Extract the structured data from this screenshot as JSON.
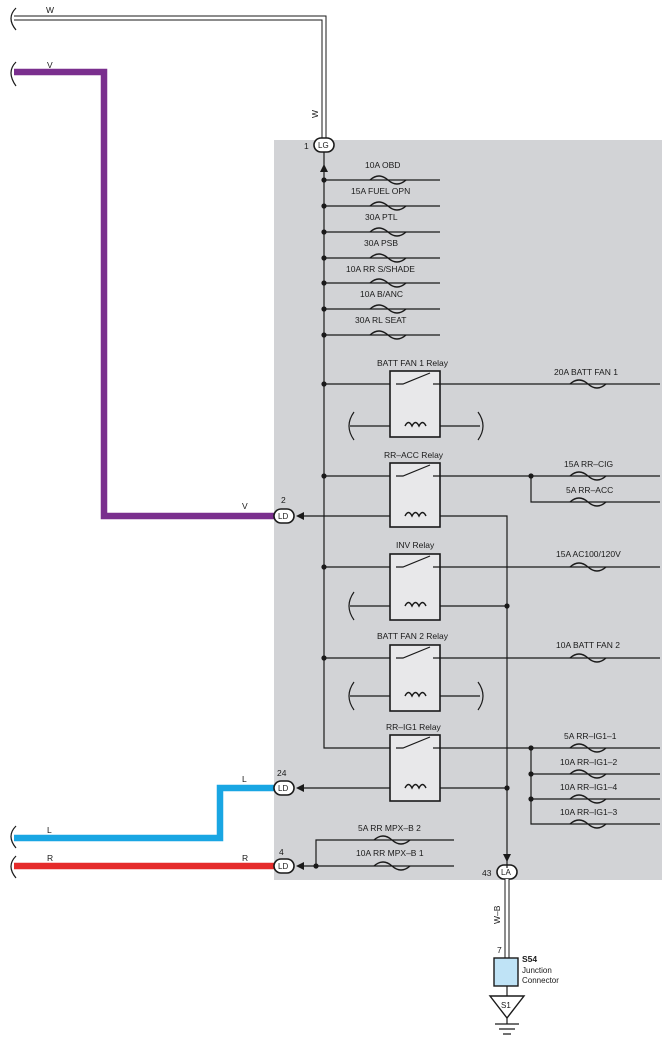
{
  "wires": {
    "w_top": "W",
    "w_vertical": "W",
    "v_top": "V",
    "v_mid": "V",
    "l_left": "L",
    "l_right": "L",
    "r_left": "R",
    "r_right": "R",
    "wb": "W–B"
  },
  "wire_colors": {
    "white": "#ffffff",
    "violet": "#7a2f8e",
    "blue": "#19a6e3",
    "red": "#e52b2b",
    "box": "#d2d3d6"
  },
  "connectors": {
    "lg": {
      "pin": "1",
      "code": "LG"
    },
    "ld2": {
      "pin": "2",
      "code": "LD"
    },
    "ld24": {
      "pin": "24",
      "code": "LD"
    },
    "ld4": {
      "pin": "4",
      "code": "LD"
    },
    "la": {
      "pin": "43",
      "code": "LA"
    }
  },
  "fuses_top": [
    "10A OBD",
    "15A FUEL OPN",
    "30A PTL",
    "30A PSB",
    "10A RR S/SHADE",
    "10A B/ANC",
    "30A RL SEAT"
  ],
  "relays": {
    "batt_fan1": "BATT FAN 1 Relay",
    "rr_acc": "RR–ACC Relay",
    "inv": "INV Relay",
    "batt_fan2": "BATT FAN 2 Relay",
    "rr_ig1": "RR–IG1 Relay"
  },
  "relay_fuses": {
    "batt_fan1": "20A BATT FAN 1",
    "rr_cig": "15A RR–CIG",
    "rr_acc": "5A RR–ACC",
    "ac100": "15A AC100/120V",
    "batt_fan2": "10A BATT FAN 2",
    "ig1_1": "5A RR–IG1–1",
    "ig1_2": "10A RR–IG1–2",
    "ig1_4": "10A RR–IG1–4",
    "ig1_3": "10A RR–IG1–3"
  },
  "mpx_fuses": {
    "mpx_b2": "5A RR MPX–B 2",
    "mpx_b1": "10A RR MPX–B 1"
  },
  "junction": {
    "pin": "7",
    "id": "S54",
    "line1": "Junction",
    "line2": "Connector"
  },
  "ground": "S1"
}
